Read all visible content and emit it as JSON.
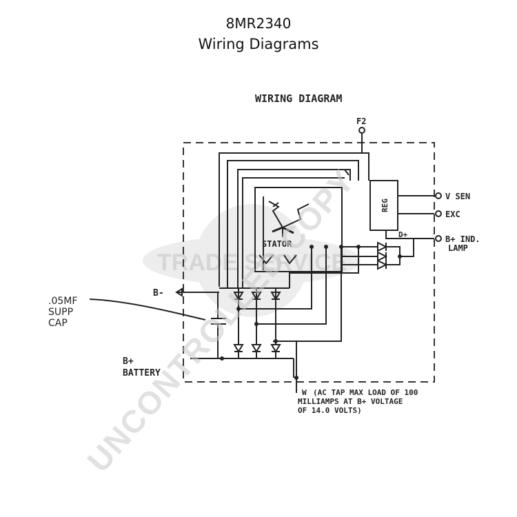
{
  "header": {
    "part_number": "8MR2340",
    "subtitle": "Wiring Diagrams"
  },
  "diagram": {
    "title": "WIRING DIAGRAM",
    "terminals": {
      "f2": "F2",
      "v_sen": "V SEN",
      "exc": "EXC",
      "b_plus_ind": "B+ IND.",
      "lamp": "LAMP",
      "b_minus": "B-",
      "d_plus": "D+",
      "w": "W"
    },
    "components": {
      "regulator": "REG",
      "stator": "STATOR"
    },
    "cap_label": [
      ".05MF",
      "SUPP",
      "CAP"
    ],
    "battery_label": [
      "B+",
      "BATTERY"
    ],
    "ac_tap_note": [
      "(AC TAP MAX LOAD OF 100",
      "MILLIAMPS AT B+ VOLTAGE",
      "OF 14.0 VOLTS)"
    ]
  },
  "watermarks": {
    "diagonal": "UNCONTROLLED COPY",
    "logo": "TRADE SERVICE"
  },
  "colors": {
    "line": "#222222",
    "watermark": "#d9d9d9",
    "logo_bg": "#ececec"
  }
}
